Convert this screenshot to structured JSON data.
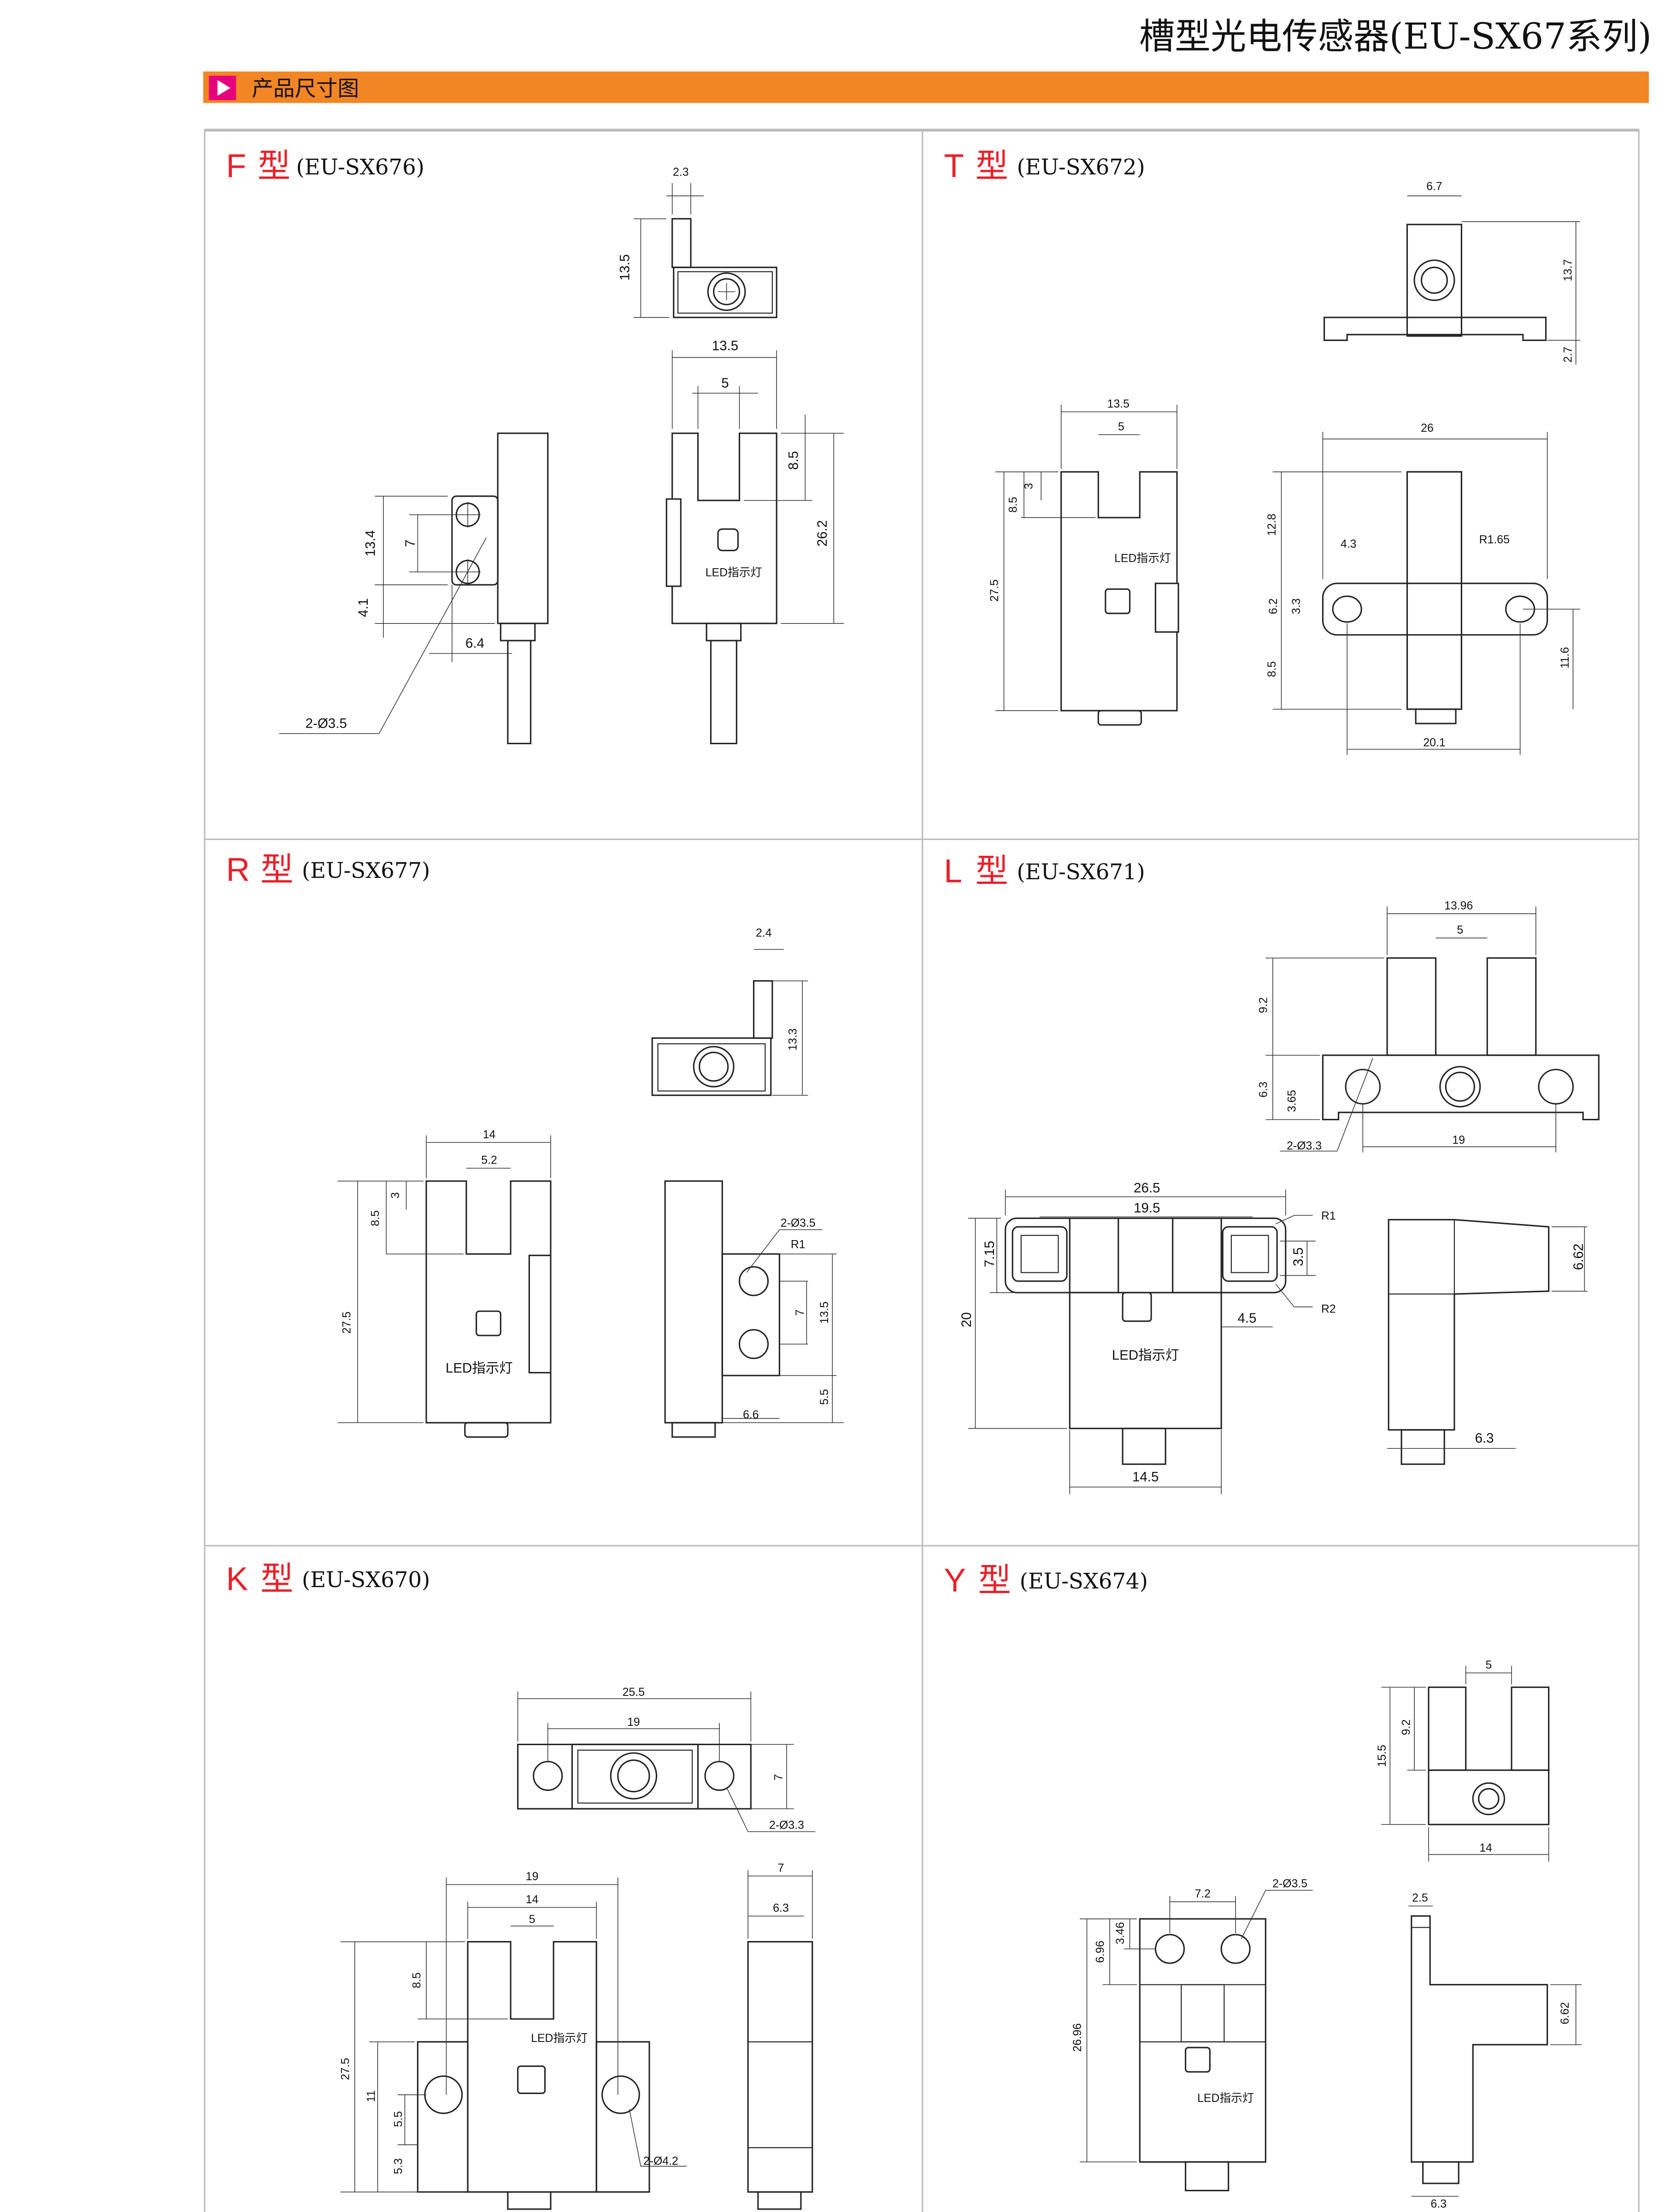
{
  "header": {
    "title": "槽型光电传感器(EU-SX67系列)"
  },
  "section": {
    "label": "产品尺寸图",
    "accent": "#f28524",
    "marker": "#e6007e"
  },
  "panels": [
    {
      "letter": "F",
      "type_char": "型",
      "model": "(EU-SX676)",
      "dims": [
        "2.3",
        "13.5",
        "13.5",
        "5",
        "8.5",
        "26.2",
        "13.4",
        "7",
        "4.1",
        "6.4",
        "2-Ø3.5",
        "LED指示灯"
      ]
    },
    {
      "letter": "T",
      "type_char": "型",
      "model": "(EU-SX672)",
      "dims": [
        "6.7",
        "13.7",
        "2.7",
        "13.5",
        "5",
        "3",
        "8.5",
        "27.5",
        "LED指示灯",
        "26",
        "12.8",
        "4.3",
        "R1.65",
        "6.2",
        "3.3",
        "8.5",
        "11.6",
        "20.1"
      ]
    },
    {
      "letter": "R",
      "type_char": "型",
      "model": "(EU-SX677)",
      "dims": [
        "2.4",
        "13.3",
        "14",
        "5.2",
        "3",
        "8.5",
        "27.5",
        "LED指示灯",
        "2-Ø3.5",
        "R1",
        "7",
        "13.5",
        "6.6",
        "5.5"
      ]
    },
    {
      "letter": "L",
      "type_char": "型",
      "model": "(EU-SX671)",
      "dims": [
        "13.96",
        "5",
        "9.2",
        "6.3",
        "3.65",
        "2-Ø3.3",
        "19",
        "26.5",
        "19.5",
        "R1",
        "7.15",
        "3.5",
        "R2",
        "4.5",
        "20",
        "LED指示灯",
        "14.5",
        "6.62",
        "6.3"
      ]
    },
    {
      "letter": "K",
      "type_char": "型",
      "model": "(EU-SX670)",
      "dims": [
        "25.5",
        "19",
        "7",
        "2-Ø3.3",
        "19",
        "14",
        "5",
        "8.5",
        "LED指示灯",
        "27.5",
        "11",
        "5.5",
        "5.3",
        "2-Ø4.2",
        "7",
        "6.3"
      ]
    },
    {
      "letter": "Y",
      "type_char": "型",
      "model": "(EU-SX674)",
      "dims": [
        "5",
        "9.2",
        "15.5",
        "14",
        "2.5",
        "6.62",
        "7.2",
        "2-Ø3.5",
        "6.96",
        "3.46",
        "26.96",
        "LED指示灯",
        "6.3"
      ]
    }
  ]
}
